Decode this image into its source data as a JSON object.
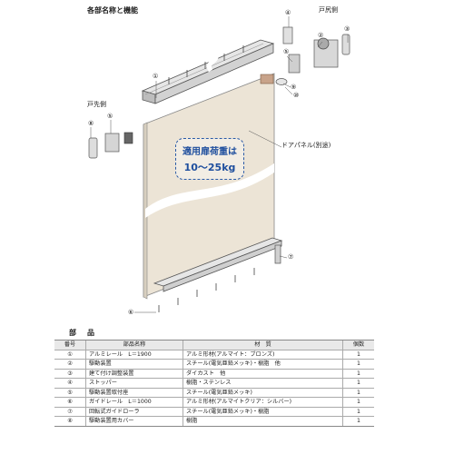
{
  "header": {
    "section_title": "各部名称と機能",
    "left_side_label": "戸先側",
    "right_side_label": "戸尻側",
    "panel_label": "ドアパネル(別途)",
    "weight_line1": "適用扉荷重は",
    "weight_line2": "10～25kg"
  },
  "callouts": [
    "①",
    "②",
    "③",
    "④",
    "⑤",
    "⑥",
    "⑦",
    "⑧",
    "⑨",
    "⑩"
  ],
  "parts_table": {
    "title": "部　品",
    "columns": [
      "番号",
      "部品名称",
      "材　質",
      "個数"
    ],
    "rows": [
      [
        "①",
        "アルミレール　L＝1900",
        "アルミ形材(アルマイト：ブロンズ)",
        "1"
      ],
      [
        "②",
        "駆動装置",
        "スチール(電気亜鉛メッキ)・樹脂　他",
        "1"
      ],
      [
        "③",
        "建て付け調整装置",
        "ダイカスト　他",
        "1"
      ],
      [
        "④",
        "ストッパー",
        "樹脂・ステンレス",
        "1"
      ],
      [
        "⑤",
        "駆動装置取付座",
        "スチール(電気亜鉛メッキ)",
        "1"
      ],
      [
        "⑥",
        "ガイドレール　L＝1000",
        "アルミ形材(アルマイトクリア：シルバー)",
        "1"
      ],
      [
        "⑦",
        "回転式ガイドローラ",
        "スチール(電気亜鉛メッキ)・樹脂",
        "1"
      ],
      [
        "⑧",
        "駆動装置用カバー",
        "樹脂",
        "1"
      ]
    ]
  },
  "colors": {
    "panel": "#ece4d6",
    "rail": "#c9c9c9",
    "accent_blue": "#2a5aa6"
  }
}
